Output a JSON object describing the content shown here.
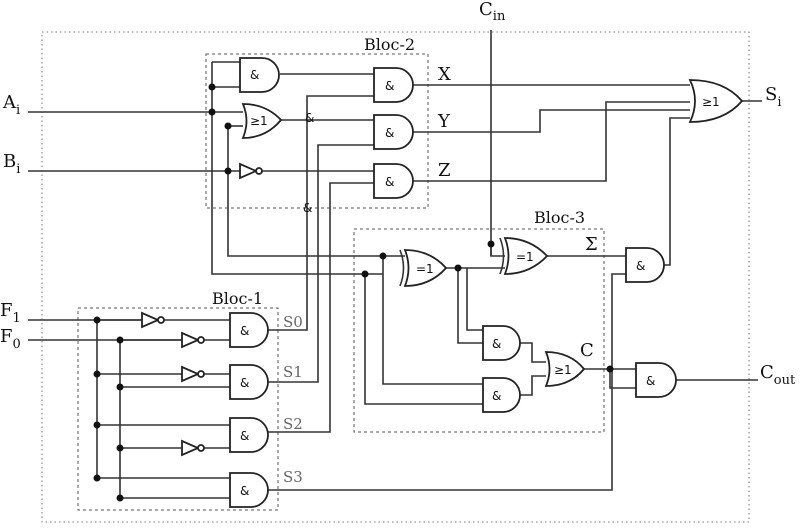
{
  "diagram": {
    "inputs": {
      "a": {
        "main": "A",
        "sub": "i"
      },
      "b": {
        "main": "B",
        "sub": "i"
      },
      "f1": {
        "main": "F",
        "sub": "1"
      },
      "f0": {
        "main": "F",
        "sub": "0"
      },
      "cin": {
        "main": "C",
        "sub": "in"
      }
    },
    "outputs": {
      "s": {
        "main": "S",
        "sub": "i"
      },
      "cout": {
        "main": "C",
        "sub": "out"
      }
    },
    "blocks": {
      "bloc1": "Bloc-1",
      "bloc2": "Bloc-2",
      "bloc3": "Bloc-3"
    },
    "signals": {
      "x": "X",
      "y": "Y",
      "z": "Z",
      "sigma": "Σ",
      "c": "C",
      "s0": "S0",
      "s1": "S1",
      "s2": "S2",
      "s3": "S3"
    },
    "gate_symbols": {
      "and": "&",
      "or": "≥1",
      "xor": "=1"
    },
    "wire_marks": {
      "and_mark_1": "&",
      "and_mark_2": "&"
    }
  }
}
